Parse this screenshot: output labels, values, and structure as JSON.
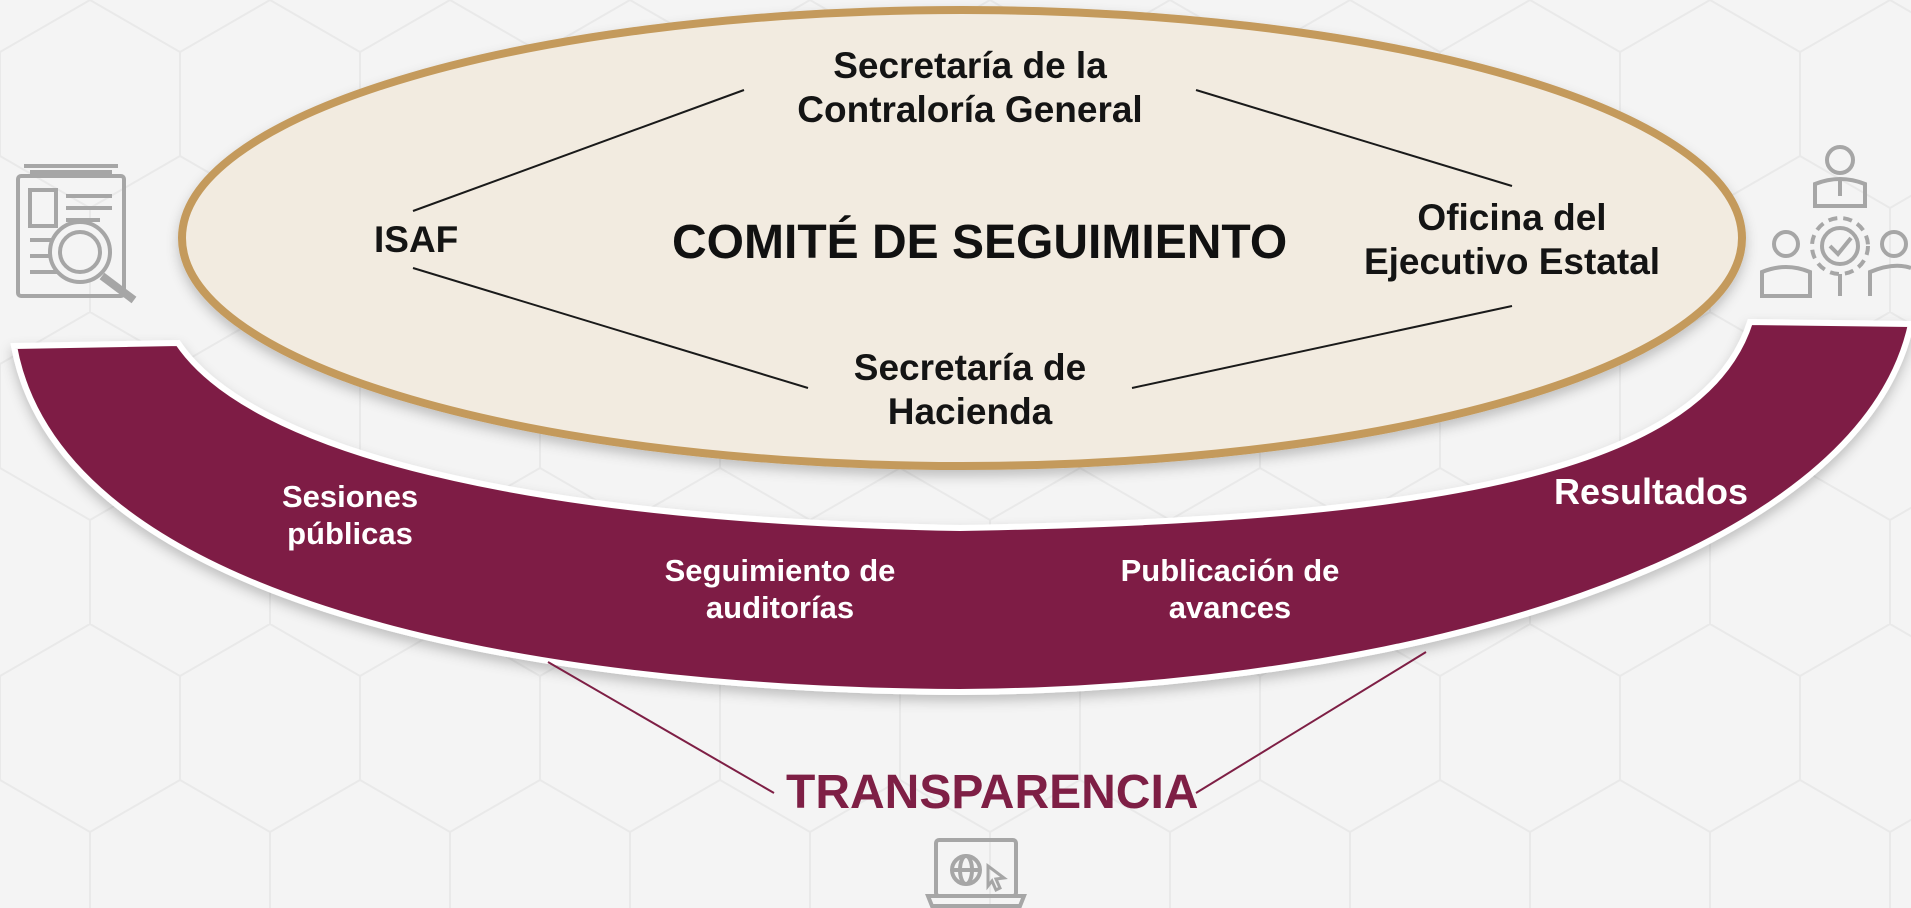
{
  "colors": {
    "background": "#f4f4f4",
    "ellipse_fill": "#f2ebe0",
    "ellipse_border": "#c49a5b",
    "arc_fill": "#7e1f45",
    "icon_gray": "#a6a6a6",
    "dark_text": "#141414"
  },
  "committee": {
    "title": "COMITÉ DE SEGUIMIENTO",
    "members": {
      "top_line1": "Secretaría de la",
      "top_line2": "Contraloría General",
      "left": "ISAF",
      "right_line1": "Oficina del",
      "right_line2": "Ejecutivo Estatal",
      "bottom_line1": "Secretaría de",
      "bottom_line2": "Hacienda"
    }
  },
  "actions": {
    "sesiones_line1": "Sesiones",
    "sesiones_line2": "públicas",
    "seguimiento_line1": "Seguimiento de",
    "seguimiento_line2": "auditorías",
    "publicacion_line1": "Publicación de",
    "publicacion_line2": "avances",
    "resultados": "Resultados"
  },
  "outcome": {
    "label": "TRANSPARENCIA"
  },
  "icons": [
    "document-search-icon",
    "team-settings-icon",
    "laptop-globe-icon"
  ]
}
